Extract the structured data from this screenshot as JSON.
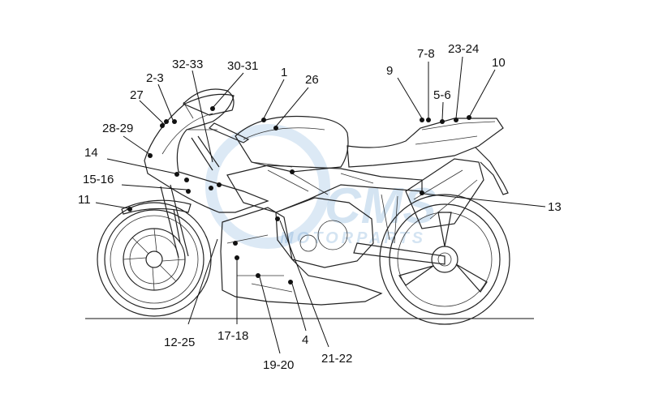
{
  "labels": {
    "l1": "1",
    "l26": "26",
    "l30_31": "30-31",
    "l32_33": "32-33",
    "l2_3": "2-3",
    "l27": "27",
    "l28_29": "28-29",
    "l14": "14",
    "l15_16": "15-16",
    "l11": "11",
    "l12_25": "12-25",
    "l17_18": "17-18",
    "l19_20": "19-20",
    "l4": "4",
    "l21_22": "21-22",
    "l13": "13",
    "l9": "9",
    "l7_8": "7-8",
    "l5_6": "5-6",
    "l23_24": "23-24",
    "l10": "10"
  },
  "watermark": {
    "brand": "CMS",
    "sub": "MOTORPARTS"
  },
  "colors": {
    "line": "#111111",
    "watermark": "#3f86c8",
    "background": "#ffffff"
  }
}
